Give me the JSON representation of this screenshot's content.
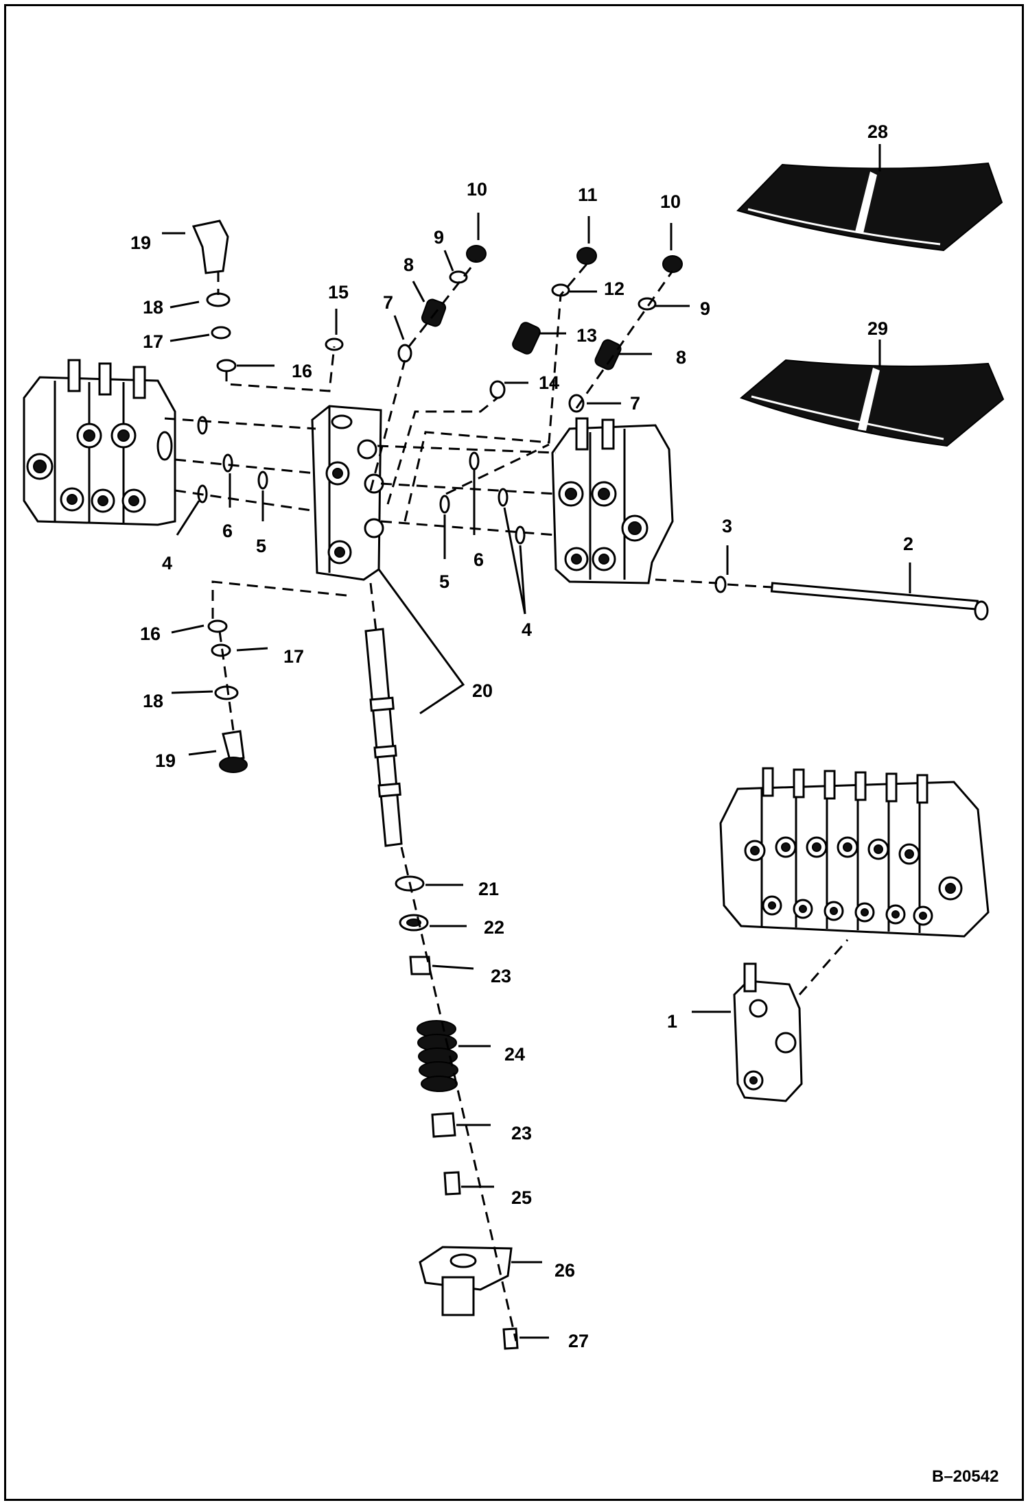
{
  "figure_number": "B–20542",
  "callouts": [
    {
      "id": "c1",
      "text": "1"
    },
    {
      "id": "c2",
      "text": "2"
    },
    {
      "id": "c3",
      "text": "3"
    },
    {
      "id": "c4a",
      "text": "4"
    },
    {
      "id": "c4b",
      "text": "4"
    },
    {
      "id": "c5a",
      "text": "5"
    },
    {
      "id": "c5b",
      "text": "5"
    },
    {
      "id": "c6a",
      "text": "6"
    },
    {
      "id": "c6b",
      "text": "6"
    },
    {
      "id": "c7a",
      "text": "7"
    },
    {
      "id": "c7b",
      "text": "7"
    },
    {
      "id": "c8a",
      "text": "8"
    },
    {
      "id": "c8b",
      "text": "8"
    },
    {
      "id": "c9a",
      "text": "9"
    },
    {
      "id": "c9b",
      "text": "9"
    },
    {
      "id": "c10a",
      "text": "10"
    },
    {
      "id": "c10b",
      "text": "10"
    },
    {
      "id": "c11",
      "text": "11"
    },
    {
      "id": "c12",
      "text": "12"
    },
    {
      "id": "c13",
      "text": "13"
    },
    {
      "id": "c14",
      "text": "14"
    },
    {
      "id": "c15",
      "text": "15"
    },
    {
      "id": "c16a",
      "text": "16"
    },
    {
      "id": "c16b",
      "text": "16"
    },
    {
      "id": "c17a",
      "text": "17"
    },
    {
      "id": "c17b",
      "text": "17"
    },
    {
      "id": "c18a",
      "text": "18"
    },
    {
      "id": "c18b",
      "text": "18"
    },
    {
      "id": "c19a",
      "text": "19"
    },
    {
      "id": "c19b",
      "text": "19"
    },
    {
      "id": "c20",
      "text": "20"
    },
    {
      "id": "c21",
      "text": "21"
    },
    {
      "id": "c22",
      "text": "22"
    },
    {
      "id": "c23a",
      "text": "23"
    },
    {
      "id": "c23b",
      "text": "23"
    },
    {
      "id": "c24",
      "text": "24"
    },
    {
      "id": "c25",
      "text": "25"
    },
    {
      "id": "c26",
      "text": "26"
    },
    {
      "id": "c27",
      "text": "27"
    },
    {
      "id": "c28",
      "text": "28"
    },
    {
      "id": "c29",
      "text": "29"
    }
  ]
}
